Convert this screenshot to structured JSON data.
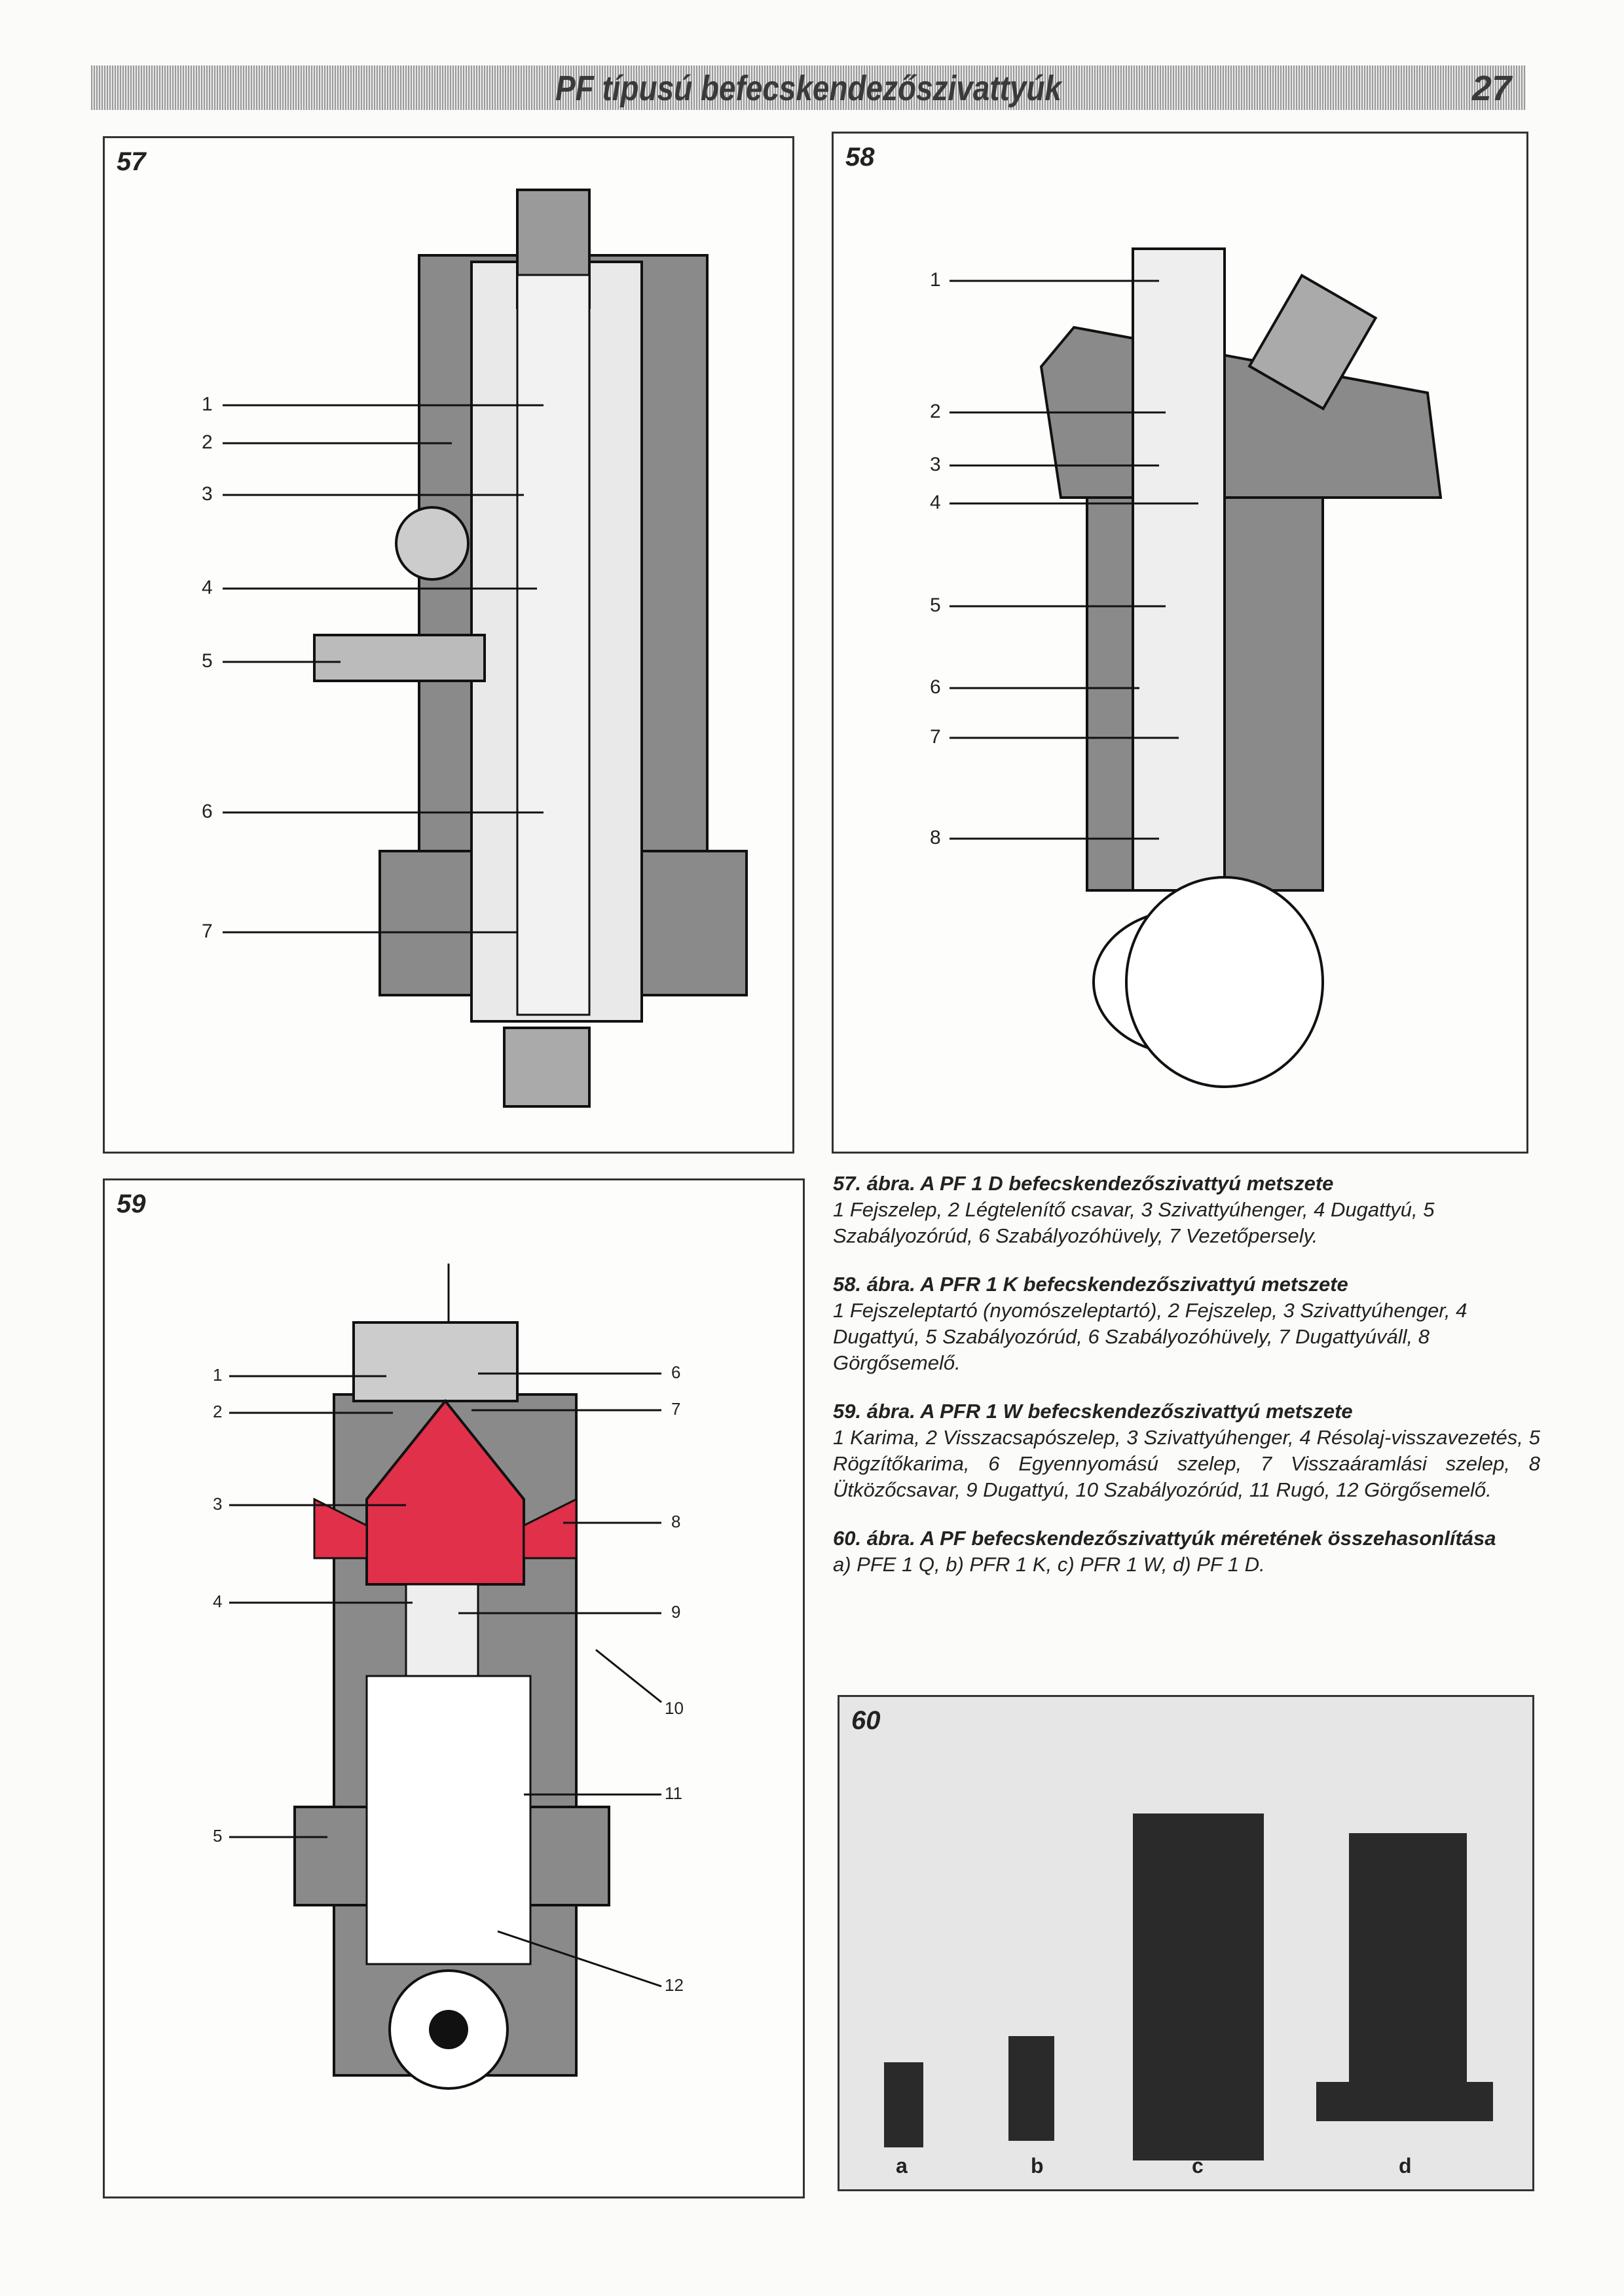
{
  "header": {
    "title": "PF típusú befecskendezőszivattyúk",
    "page_number": "27"
  },
  "figures": {
    "fig57": {
      "number": "57",
      "callouts": [
        "1",
        "2",
        "3",
        "4",
        "5",
        "6",
        "7"
      ]
    },
    "fig58": {
      "number": "58",
      "callouts": [
        "1",
        "2",
        "3",
        "4",
        "5",
        "6",
        "7",
        "8"
      ]
    },
    "fig59": {
      "number": "59",
      "callouts": [
        "1",
        "2",
        "3",
        "4",
        "5",
        "6",
        "7",
        "8",
        "9",
        "10",
        "11",
        "12"
      ]
    },
    "fig60": {
      "number": "60",
      "labels": [
        "a",
        "b",
        "c",
        "d"
      ]
    }
  },
  "captions": [
    {
      "title": "57. ábra. A PF 1 D befecskendezőszivattyú metszete",
      "body": "1 Fejszelep, 2 Légtelenítő csavar, 3 Szivattyúhenger, 4 Dugattyú, 5 Szabályozórúd, 6 Szabályozóhüvely, 7 Vezetőpersely."
    },
    {
      "title": "58. ábra. A PFR 1 K befecskendezőszivattyú metszete",
      "body": "1 Fejszeleptartó (nyomószeleptartó), 2 Fejszelep, 3 Szivattyúhenger, 4 Dugattyú, 5 Szabályozórúd, 6 Szabályozóhüvely, 7 Dugattyúváll, 8 Görgősemelő."
    },
    {
      "title": "59. ábra. A PFR 1 W befecskendezőszivattyú metszete",
      "body": "1 Karima, 2 Visszacsapószelep, 3 Szivattyúhenger, 4 Résolaj-visszavezetés, 5 Rögzítőkarima, 6 Egyennyomású szelep, 7 Visszaáramlási szelep, 8 Ütközőcsavar, 9 Dugattyú, 10 Szabályozórúd, 11 Rugó, 12 Görgősemelő."
    },
    {
      "title": "60. ábra. A PF befecskendezőszivattyúk méretének összehasonlítása",
      "body": "a) PFE 1 Q, b) PFR 1 K, c) PFR 1 W, d) PF 1 D."
    }
  ],
  "colors": {
    "section_red": "#e0304a",
    "body_gray": "#8a8a8a",
    "photo_bg": "#e6e6e6"
  }
}
